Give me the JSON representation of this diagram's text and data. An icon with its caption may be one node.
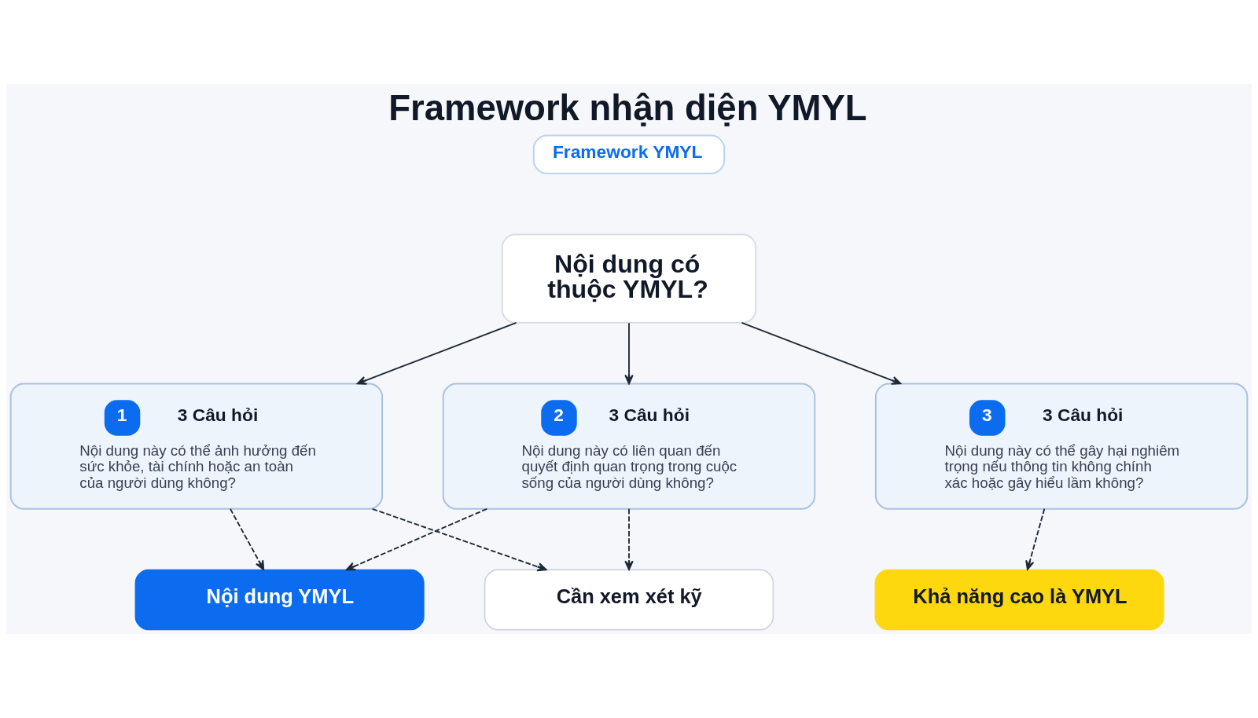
{
  "diagram": {
    "title": "Framework nhận diện YMYL",
    "nodes": [
      {
        "text": [
          "Framework YMYL"
        ]
      },
      {
        "text": [
          "Nội dung có thuộc YMYL?"
        ]
      },
      {
        "text": [
          "1",
          "3 Câu hỏi",
          "Nội dung này có thể ảnh hưởng đến sức khỏe, tài chính hoặc an toàn của người dùng không?"
        ]
      },
      {
        "text": [
          "2",
          "3 Câu hỏi",
          "Nội dung này có liên quan đến quyết định quan trọng trong cuộc sống của người dùng không?"
        ]
      },
      {
        "text": [
          "3",
          "3 Câu hỏi",
          "Nội dung này có thể gây hại nghiêm trọng nếu thông tin không chính xác hoặc gây hiểu lầm không?"
        ]
      },
      {
        "text": [
          "Nội dung YMYL"
        ]
      },
      {
        "text": [
          "Cần xem xét kỹ"
        ]
      },
      {
        "text": [
          "Khả năng cao là YMYL"
        ]
      }
    ],
    "edges": [
      {
        "from": 1,
        "to": 2,
        "arrow": "to"
      },
      {
        "from": 1,
        "to": 3,
        "arrow": "to"
      },
      {
        "from": 1,
        "to": 4,
        "arrow": "to"
      },
      {
        "from": 2,
        "to": 5,
        "arrow": "to",
        "style": "dashed"
      },
      {
        "from": 2,
        "to": 6,
        "arrow": "to",
        "style": "dashed"
      },
      {
        "from": 3,
        "to": 5,
        "arrow": "to",
        "style": "dashed"
      },
      {
        "from": 3,
        "to": 6,
        "arrow": "to",
        "style": "dashed"
      },
      {
        "from": 4,
        "to": 7,
        "arrow": "to",
        "style": "dashed"
      }
    ]
  }
}
